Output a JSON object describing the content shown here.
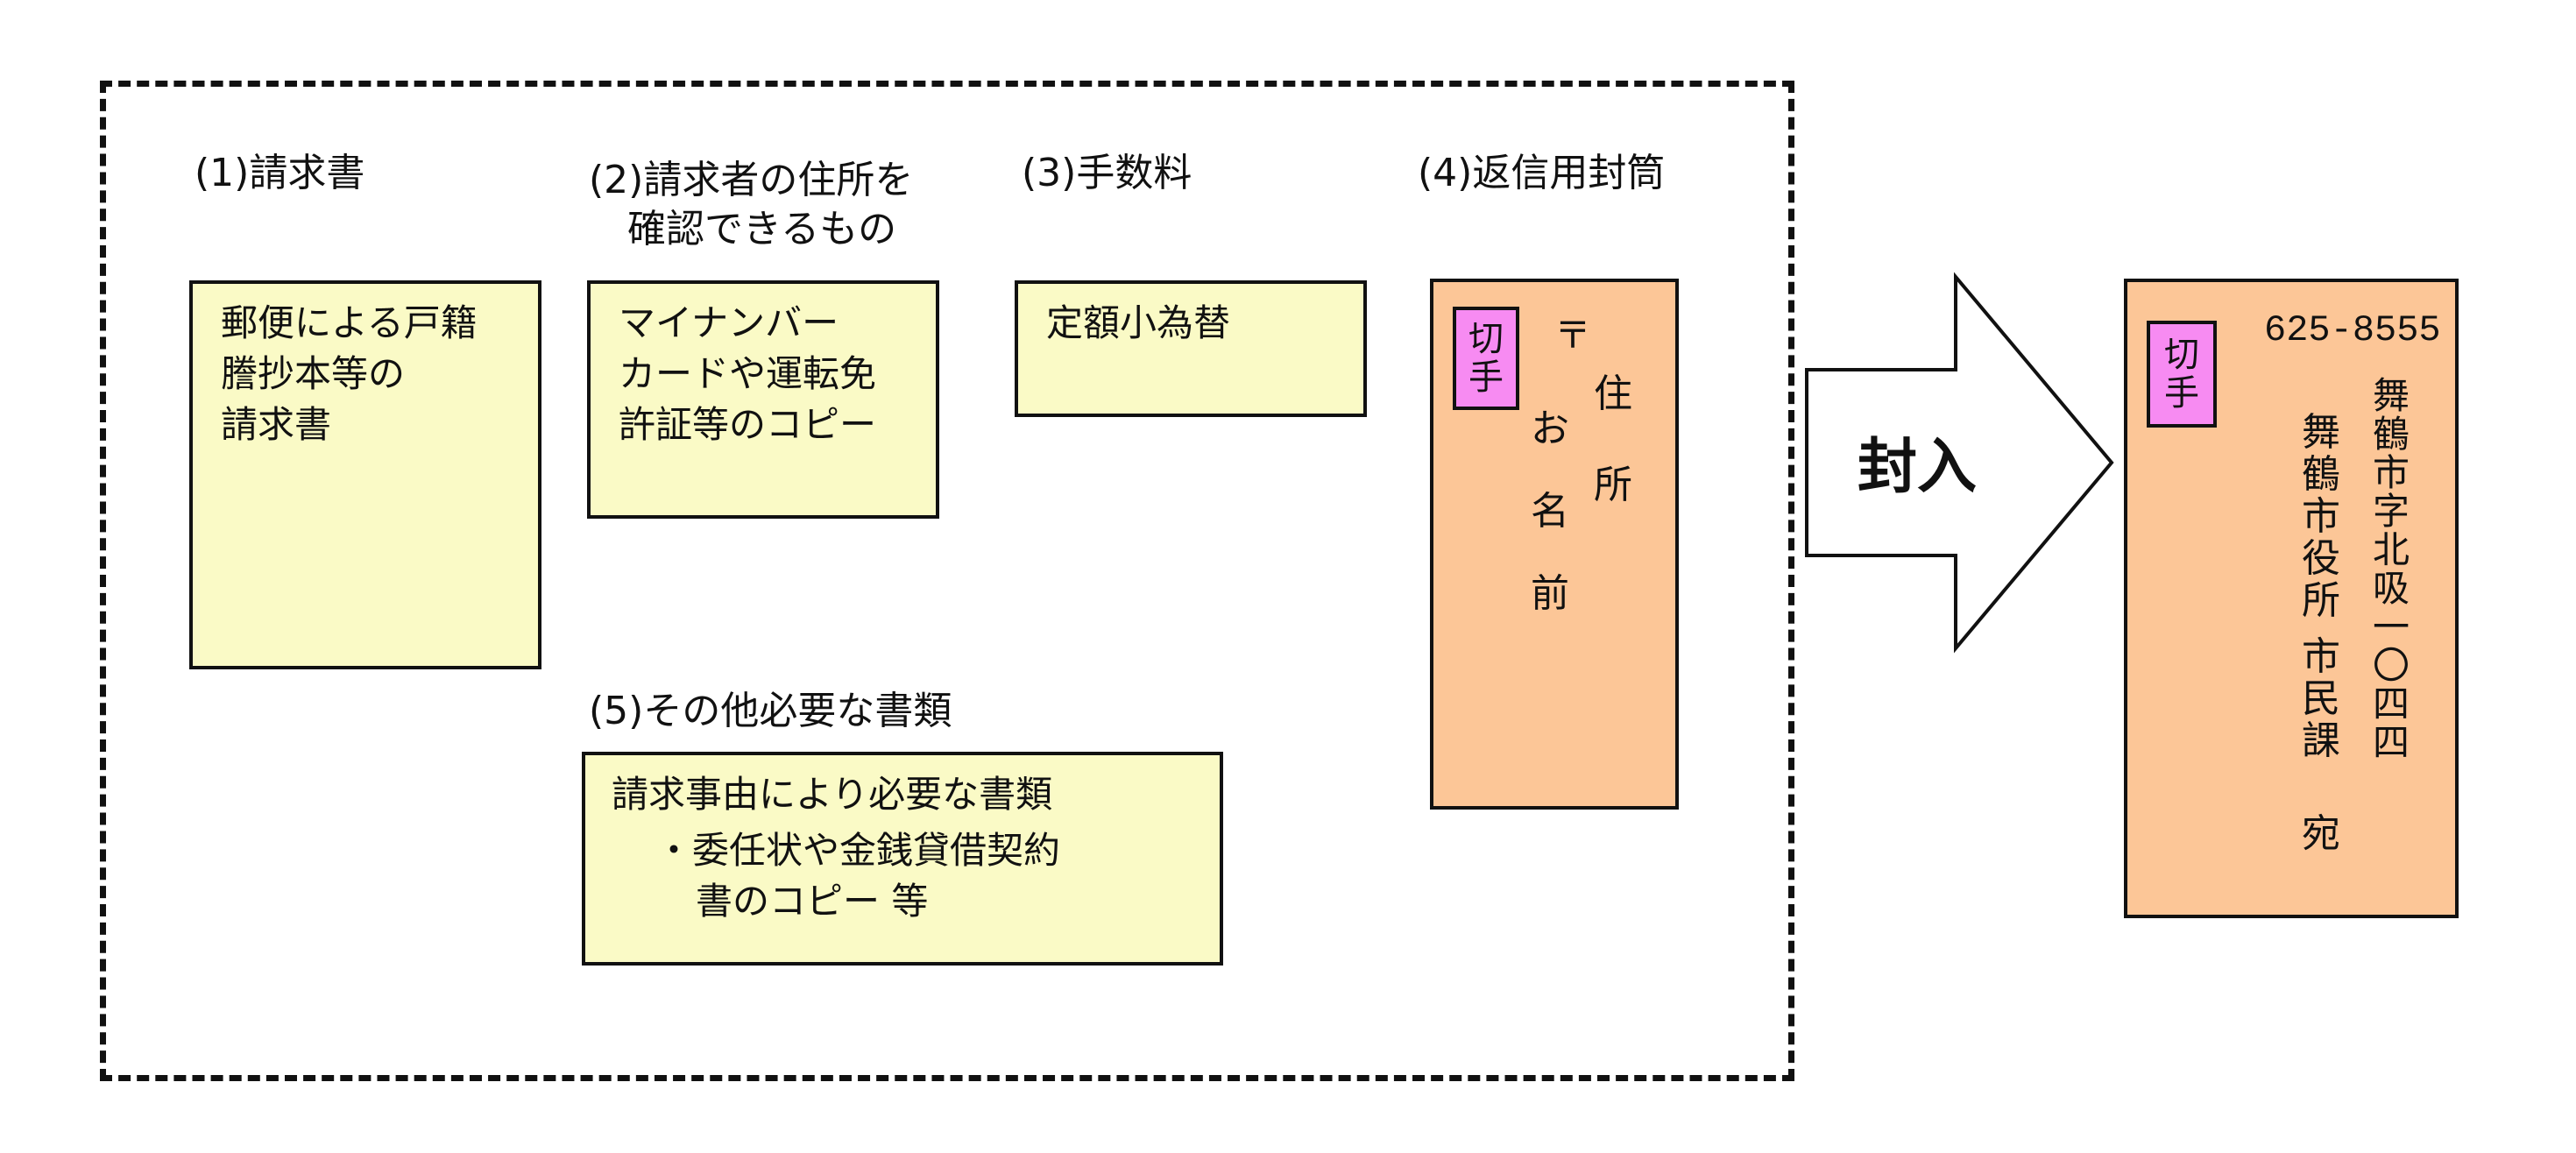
{
  "headings": {
    "h1": "(1)請求書",
    "h2_line1": "(2)請求者の住所を",
    "h2_line2": "確認できるもの",
    "h3": "(3)手数料",
    "h4": "(4)返信用封筒",
    "h5": "(5)その他必要な書類"
  },
  "cards": {
    "c1": "郵便による戸籍\n謄抄本等の\n請求書",
    "c2": "マイナンバー\nカードや運転免\n許証等のコピー",
    "c3": "定額小為替",
    "c5_title": "請求事由により必要な書類",
    "c5_line1": "・委任状や金銭貸借契約",
    "c5_line2": "書のコピー 等"
  },
  "return_envelope": {
    "stamp_label": "切手",
    "postal_mark": "〒",
    "address_label": "住所",
    "name_label": "お名前"
  },
  "arrow_label": "封入",
  "destination_envelope": {
    "stamp_label": "切手",
    "postal_code": "625-8555",
    "address": "舞鶴市字北吸一〇四四",
    "recipient_org": "舞鶴市役所",
    "recipient_dept": "市民課",
    "honorific": "宛"
  },
  "colors": {
    "card_fill": "#fafac6",
    "envelope_fill": "#fcc697",
    "stamp_fill": "#f78bf2",
    "border": "#111111"
  }
}
